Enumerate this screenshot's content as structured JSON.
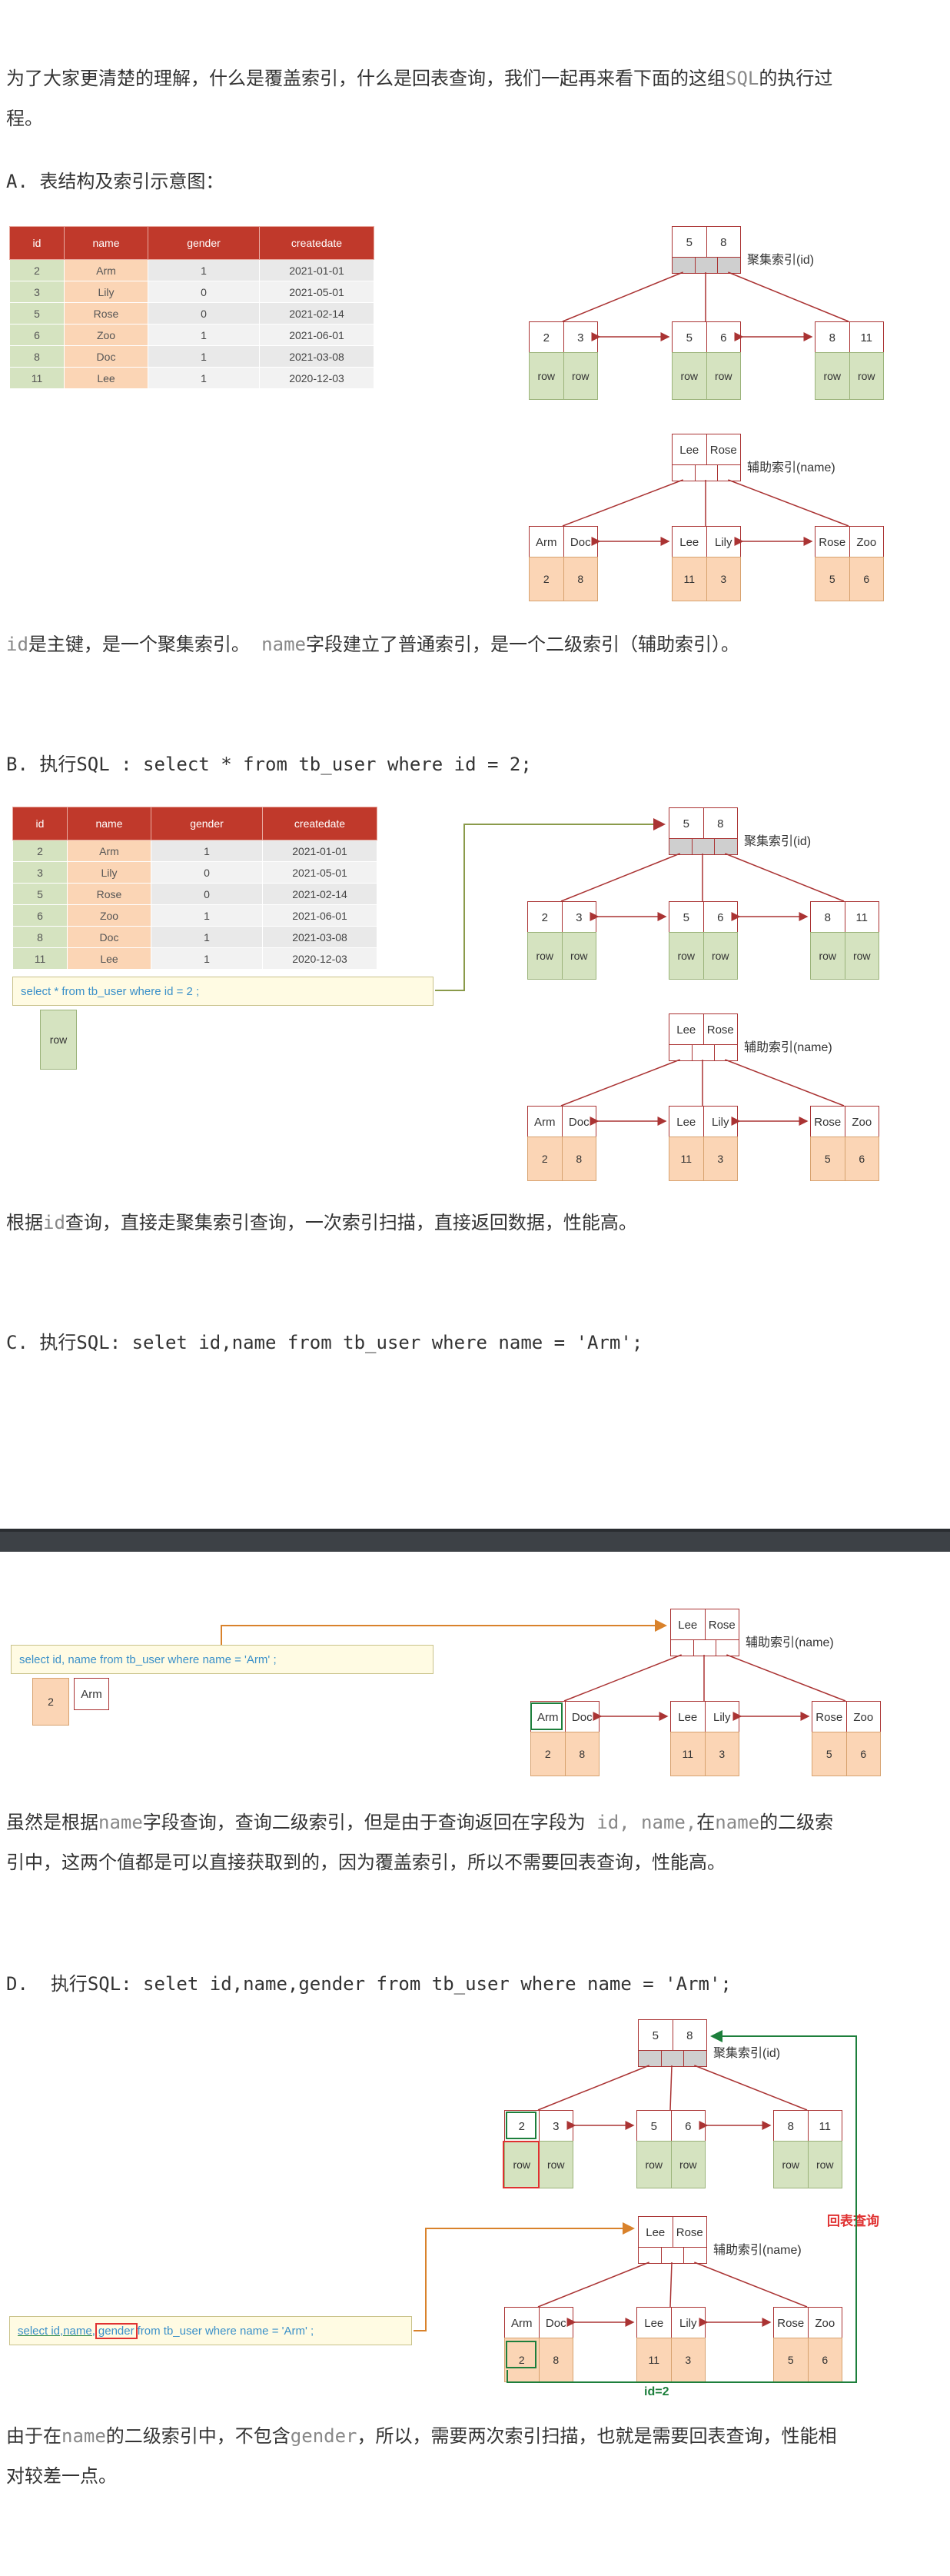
{
  "intro": {
    "p1": "为了大家更清楚的理解，什么是覆盖索引，什么是回表查询，我们一起再来看下面的这组",
    "p1_code": "SQL",
    "p1_end": "的执行过",
    "p1_line2": "程。"
  },
  "sectionA": {
    "prefix": "A.",
    "title": "表结构及索引示意图：",
    "note_code1": "id",
    "note_a": "是主键，是一个聚集索引。",
    "note_code2": "name",
    "note_b": "字段建立了普通索引，是一个二级索引（辅助索引）。"
  },
  "table": {
    "headers": [
      "id",
      "name",
      "gender",
      "createdate"
    ],
    "rows": [
      [
        "2",
        "Arm",
        "1",
        "2021-01-01"
      ],
      [
        "3",
        "Lily",
        "0",
        "2021-05-01"
      ],
      [
        "5",
        "Rose",
        "0",
        "2021-02-14"
      ],
      [
        "6",
        "Zoo",
        "1",
        "2021-06-01"
      ],
      [
        "8",
        "Doc",
        "1",
        "2021-03-08"
      ],
      [
        "11",
        "Lee",
        "1",
        "2020-12-03"
      ]
    ]
  },
  "clustered": {
    "label": "聚集索引(id)",
    "root": [
      "5",
      "8"
    ],
    "leaves": [
      [
        "2",
        "3"
      ],
      [
        "5",
        "6"
      ],
      [
        "8",
        "11"
      ]
    ],
    "row": "row"
  },
  "secondary": {
    "label": "辅助索引(name)",
    "root": [
      "Lee",
      "Rose"
    ],
    "leaves": [
      [
        "Arm",
        "Doc"
      ],
      [
        "Lee",
        "Lily"
      ],
      [
        "Rose",
        "Zoo"
      ]
    ],
    "vals": [
      [
        "2",
        "8"
      ],
      [
        "11",
        "3"
      ],
      [
        "5",
        "6"
      ]
    ]
  },
  "sectionB": {
    "prefix": "B.",
    "title_cn": "执行",
    "title_code": "SQL : select * from tb_user where id = 2;",
    "sql": "select * from tb_user where id = 2 ;",
    "row": "row",
    "note_a": "根据",
    "note_code": "id",
    "note_b": "查询，直接走聚集索引查询，一次索引扫描，直接返回数据，性能高。"
  },
  "sectionC": {
    "prefix": "C.",
    "title_cn": "执行",
    "title_code": "SQL: selet id,name from tb_user where name = 'Arm';",
    "sql": "select id, name  from  tb_user  where  name = 'Arm' ;",
    "res_id": "2",
    "res_name": "Arm",
    "note_a": "虽然是根据",
    "note_code1": "name",
    "note_b": "字段查询，查询二级索引，但是由于查询返回在字段为",
    "note_code2": " id, name,",
    "note_c": "在",
    "note_code3": "name",
    "note_d": "的二级索",
    "note_line2": "引中，这两个值都是可以直接获取到的，因为覆盖索引，所以不需要回表查询，性能高。"
  },
  "sectionD": {
    "prefix": "D.",
    "title_cn": "执行",
    "title_code": "SQL: selet id,name,gender from tb_user where name = 'Arm';",
    "sql_a": "select id,name,",
    "sql_b": "gender",
    "sql_c": " from  tb_user  where  name = 'Arm' ;",
    "back_query": "回表查询",
    "id_eq": "id=2",
    "note_a": "由于在",
    "note_code1": "name",
    "note_b": "的二级索引中，不包含",
    "note_code2": "gender",
    "note_c": "，所以，需要两次索引扫描，也就是需要回表查询，性能相",
    "note_line2": "对较差一点。"
  }
}
